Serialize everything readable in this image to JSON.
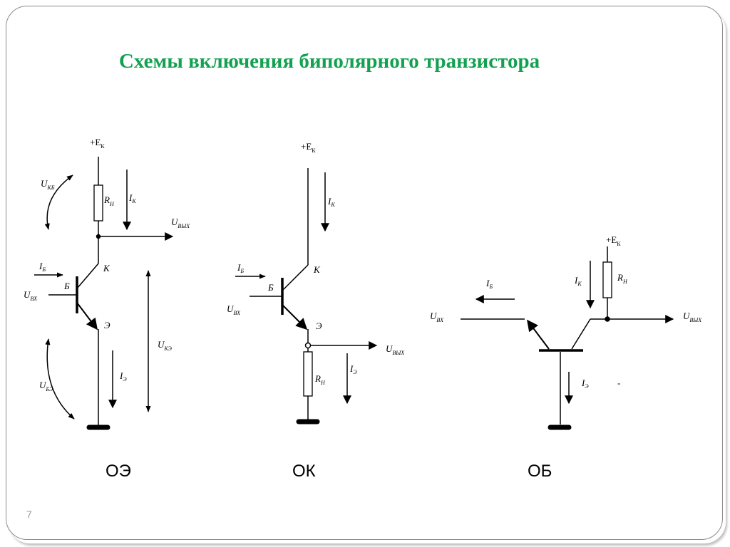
{
  "slide": {
    "title": "Схемы включения биполярного транзистора",
    "page_number": "7",
    "title_color": "#12a150"
  },
  "circuits": [
    {
      "id": "oe",
      "caption": "ОЭ",
      "labels": {
        "supply": "+E",
        "supply_sub": "К",
        "load": "R",
        "load_sub": "Н",
        "collector_current": "I",
        "collector_current_sub": "К",
        "output": "U",
        "output_sub": "ВЫХ",
        "base_current": "I",
        "base_current_sub": "Б",
        "input": "U",
        "input_sub": "ВХ",
        "base": "Б",
        "collector": "К",
        "emitter": "Э",
        "u_ce": "U",
        "u_ce_sub": "КЭ",
        "u_cb": "U",
        "u_cb_sub": "КБ",
        "u_be": "U",
        "u_be_sub": "БЭ",
        "emitter_current": "I",
        "emitter_current_sub": "Э"
      }
    },
    {
      "id": "ok",
      "caption": "ОК",
      "labels": {
        "supply": "+E",
        "supply_sub": "К",
        "collector_current": "I",
        "collector_current_sub": "К",
        "base_current": "I",
        "base_current_sub": "Б",
        "input": "U",
        "input_sub": "ВХ",
        "base": "Б",
        "collector": "К",
        "emitter": "Э",
        "output": "U",
        "output_sub": "ВЫХ",
        "load": "R",
        "load_sub": "Н",
        "emitter_current": "I",
        "emitter_current_sub": "Э"
      }
    },
    {
      "id": "ob",
      "caption": "ОБ",
      "labels": {
        "supply": "+E",
        "supply_sub": "К",
        "load": "R",
        "load_sub": "Н",
        "collector_current": "I",
        "collector_current_sub": "К",
        "base_current": "I",
        "base_current_sub": "Б",
        "input": "U",
        "input_sub": "ВХ",
        "output": "U",
        "output_sub": "ВЫХ",
        "emitter_current": "I",
        "emitter_current_sub": "Э",
        "dash": "-"
      }
    }
  ]
}
